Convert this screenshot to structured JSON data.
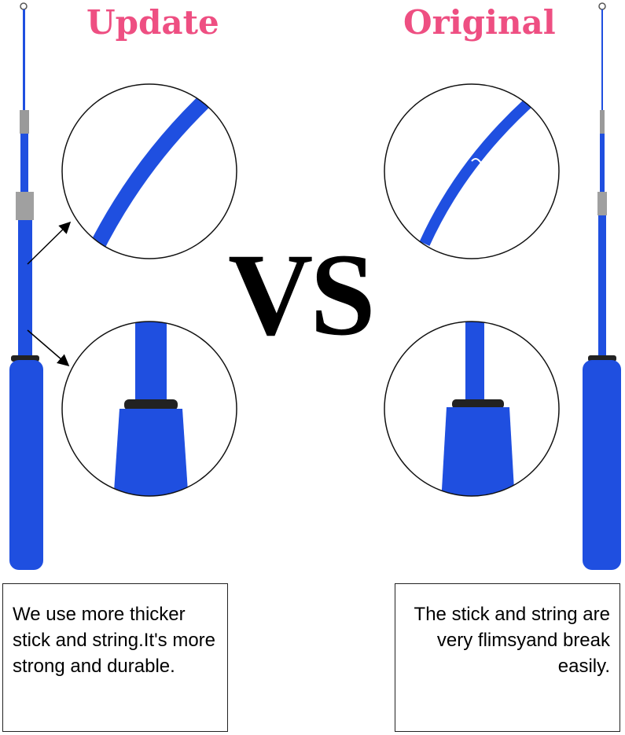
{
  "titles": {
    "update": "Update",
    "original": "Original",
    "vs": "VS"
  },
  "descriptions": {
    "update": "We use more thicker stick and string.It's more strong and durable.",
    "original": "The stick and string are very flimsyand break easily."
  },
  "colors": {
    "title": "#ee4f82",
    "rod": "#1f4fe0",
    "ferrule": "#9a9a9a"
  }
}
